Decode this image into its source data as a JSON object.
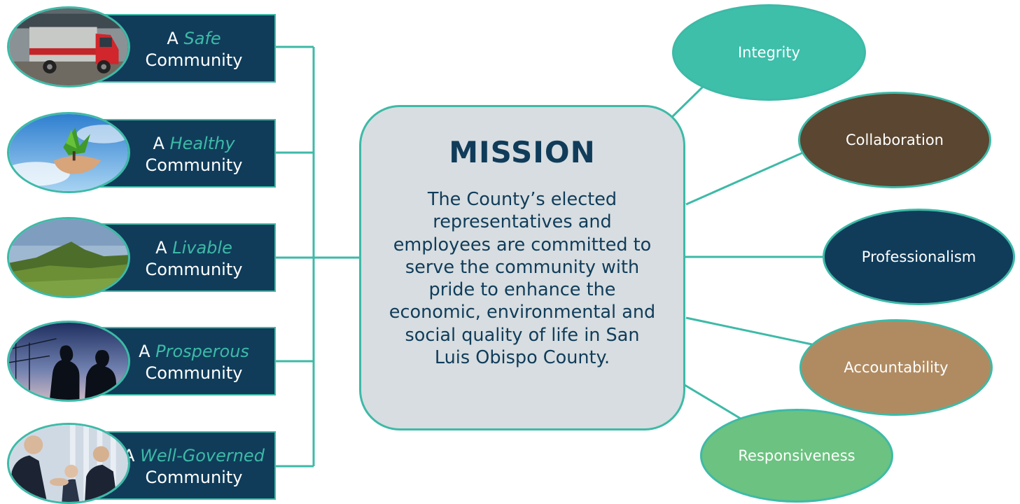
{
  "mission": {
    "title": "MISSION",
    "text": "The County’s elected representatives and employees are committed to serve the community with pride to enhance the economic, environmental and social quality of life in San Luis Obispo County."
  },
  "goals": [
    {
      "prefix": "A",
      "highlight": "Safe",
      "suffix": "Community",
      "photo": "fire-truck"
    },
    {
      "prefix": "A",
      "highlight": "Healthy",
      "suffix": "Community",
      "photo": "seedling-in-hands"
    },
    {
      "prefix": "A",
      "highlight": "Livable",
      "suffix": "Community",
      "photo": "green-hills"
    },
    {
      "prefix": "A",
      "highlight": "Prosperous",
      "suffix": "Community",
      "photo": "construction-silhouettes"
    },
    {
      "prefix": "A",
      "highlight": "Well-Governed",
      "suffix": "Community",
      "photo": "business-handshake"
    }
  ],
  "values": [
    {
      "label": "Integrity",
      "color": "#3dbfaa"
    },
    {
      "label": "Collaboration",
      "color": "#5a4631"
    },
    {
      "label": "Professionalism",
      "color": "#103c5a"
    },
    {
      "label": "Accountability",
      "color": "#b08b62"
    },
    {
      "label": "Responsiveness",
      "color": "#6cc280"
    }
  ],
  "colors": {
    "navy": "#103c5a",
    "teal": "#3dbaa7",
    "mission_fill": "#d7dde0"
  }
}
